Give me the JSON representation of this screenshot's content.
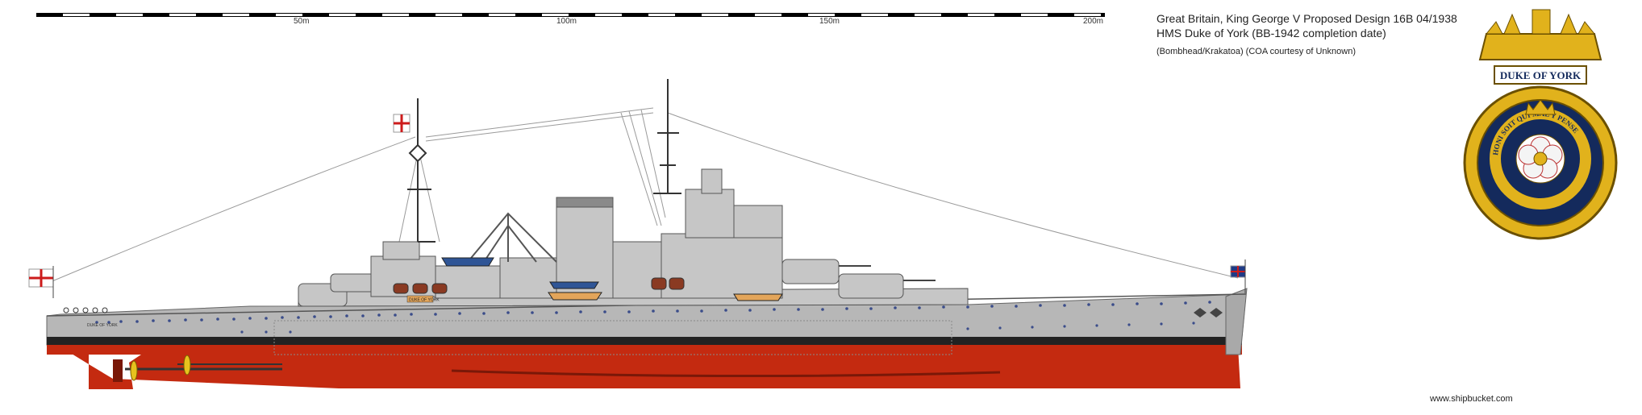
{
  "title_block": {
    "line1": "Great Britain, King George V Proposed Design 16B 04/1938",
    "line2": "HMS Duke of York (BB-1942 completion date)",
    "line3": "(Bombhead/Krakatoa) (COA courtesy of Unknown)"
  },
  "scale_bar": {
    "labels": [
      "50m",
      "100m",
      "150m",
      "200m"
    ]
  },
  "badge": {
    "ribbon_text": "DUKE OF YORK",
    "motto": "HONI SOIT QUI MAL Y PENSE"
  },
  "ship": {
    "name_plate": "DUKE OF YORK",
    "stern_text": "DUKE OF YORK"
  },
  "credit": "www.shipbucket.com",
  "colors": {
    "hull_grey": "#b7b7b7",
    "hull_red": "#c42a10",
    "boot_topping": "#222222",
    "badge_navy": "#142a5c",
    "badge_gold": "#e1b21c"
  }
}
